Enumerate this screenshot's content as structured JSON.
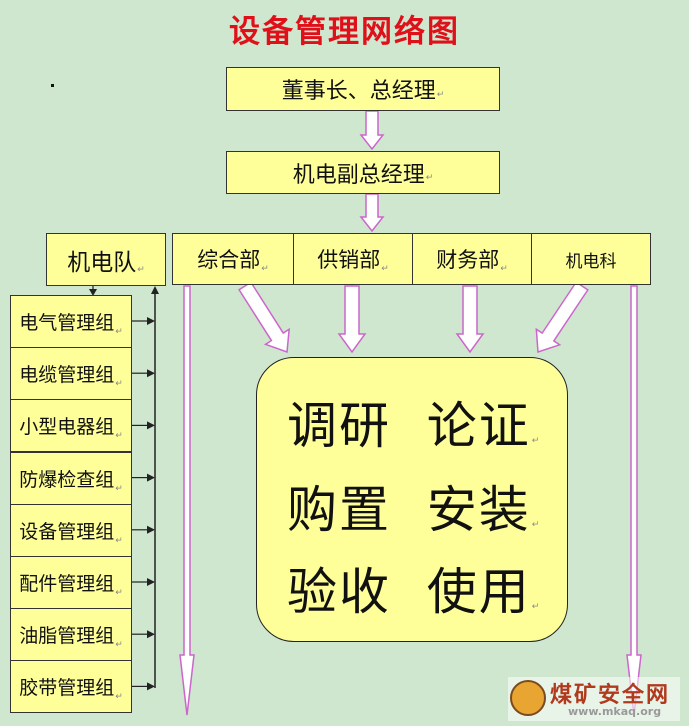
{
  "title": "设备管理网络图",
  "top_box": "董事长、总经理",
  "vp_box": "机电副总经理",
  "team_box": "机电队",
  "departments": [
    "综合部",
    "供销部",
    "财务部",
    "机电科"
  ],
  "groups": [
    "电气管理组",
    "电缆管理组",
    "小型电器组",
    "防爆检查组",
    "设备管理组",
    "配件管理组",
    "油脂管理组",
    "胶带管理组"
  ],
  "tasks": [
    [
      "调研",
      "论证"
    ],
    [
      "购置",
      "安装"
    ],
    [
      "验收",
      "使用"
    ]
  ],
  "watermark": {
    "name": "煤矿安全网",
    "url": "www.mkaq.org"
  },
  "colors": {
    "box": "#ffff99",
    "background": "#cfe7cf",
    "title": "#e0101a",
    "arrow": "#cc66cc"
  }
}
